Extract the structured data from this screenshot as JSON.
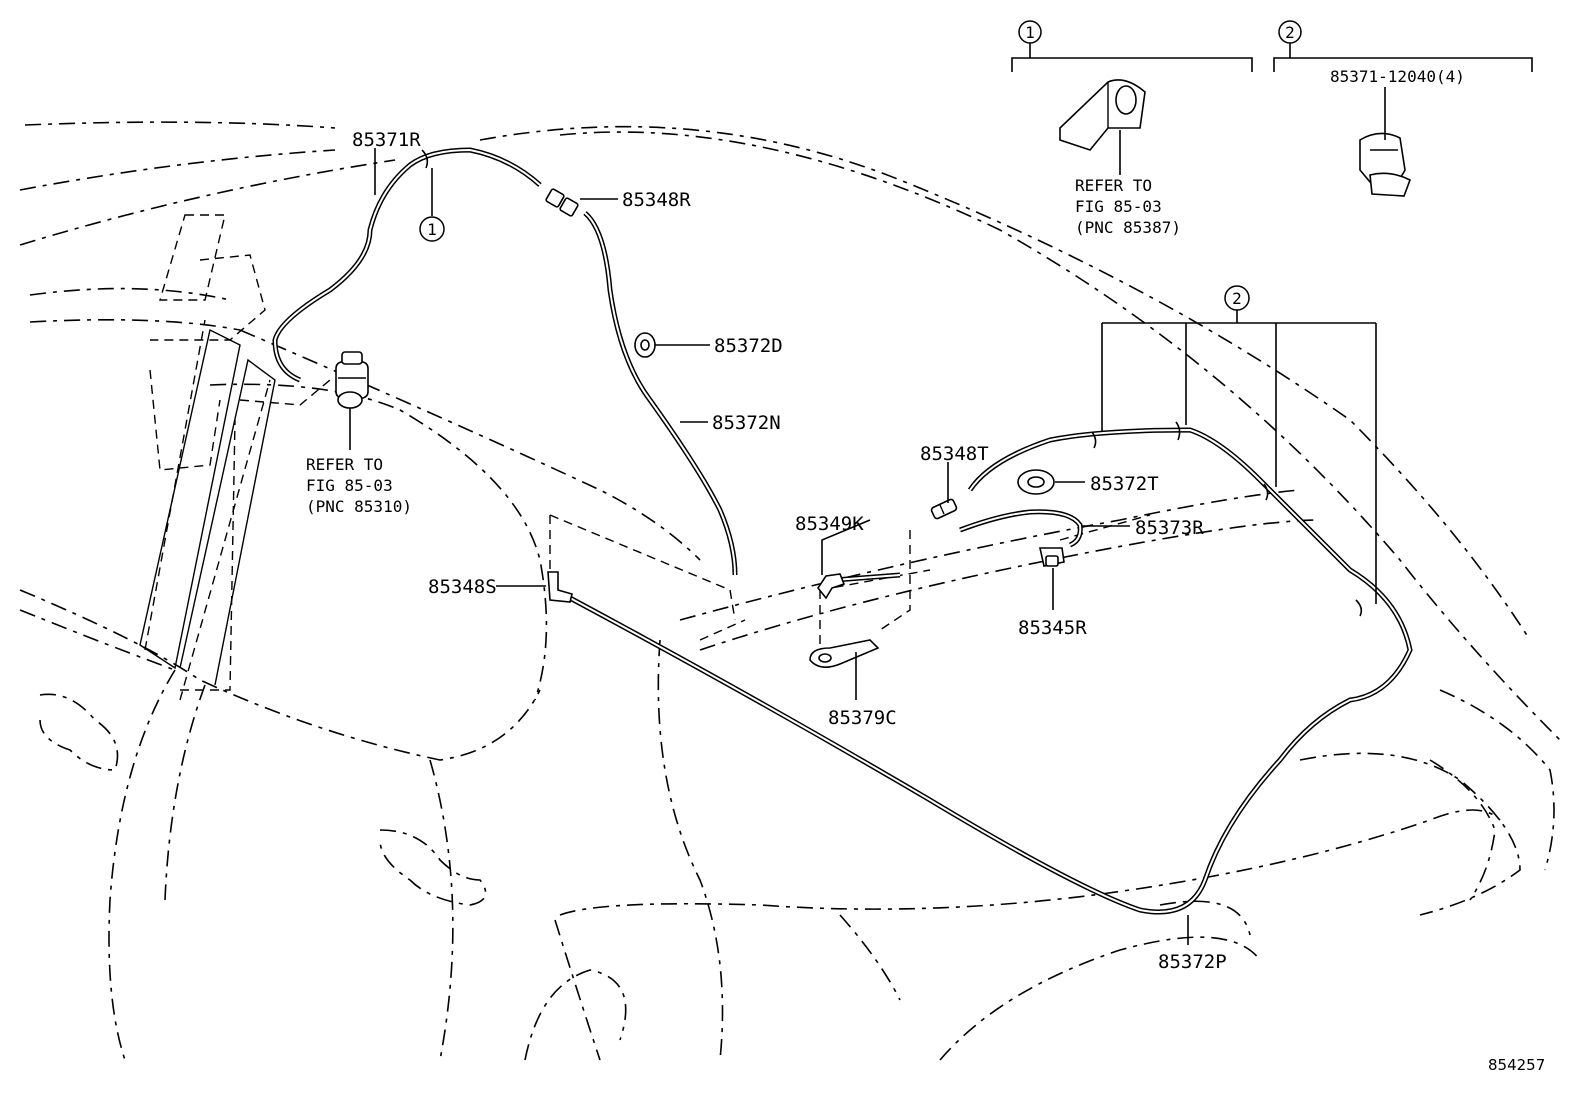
{
  "labels": {
    "p85371R": "85371R",
    "p85348R": "85348R",
    "p85372D": "85372D",
    "p85372N": "85372N",
    "p85348T": "85348T",
    "p85372T": "85372T",
    "p85349K": "85349K",
    "p85373R": "85373R",
    "p85348S": "85348S",
    "p85345R": "85345R",
    "p85379C": "85379C",
    "p85372P": "85372P",
    "clip_part": "85371-12040(4)"
  },
  "callouts": {
    "one": "1",
    "two": "2"
  },
  "refer_pump": {
    "line1": "REFER TO",
    "line2": "FIG 85-03",
    "line3": "(PNC 85310)"
  },
  "refer_nozzle": {
    "line1": "REFER TO",
    "line2": "FIG 85-03",
    "line3": "(PNC 85387)"
  },
  "figure_id": "854257"
}
